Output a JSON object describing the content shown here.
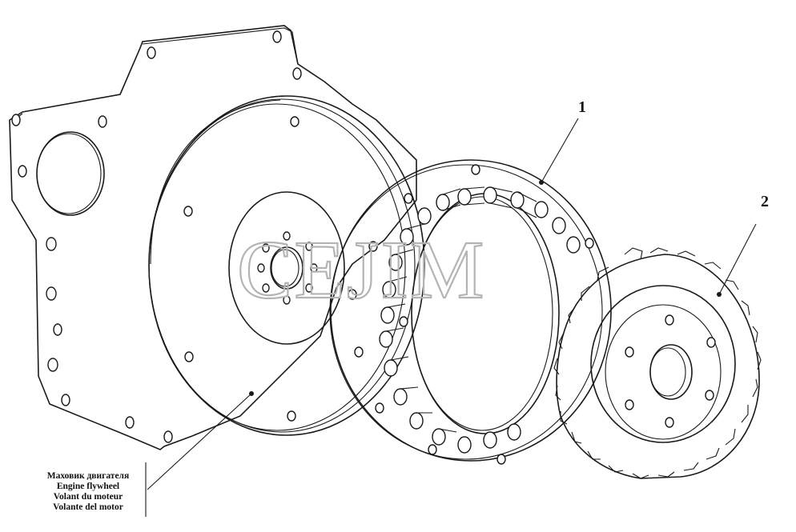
{
  "callouts": [
    {
      "id": "1",
      "label": "1"
    },
    {
      "id": "2",
      "label": "2"
    }
  ],
  "watermark": "CEJIM",
  "legend": {
    "lines": [
      "Маховик двигателя",
      "Engine flywheel",
      "Volant du moteur",
      "Volante del motor"
    ]
  }
}
